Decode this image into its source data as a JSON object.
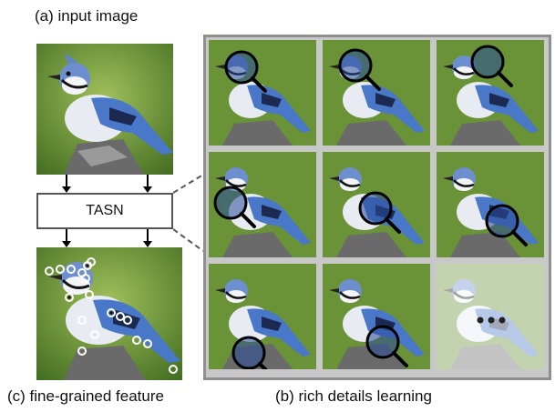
{
  "labels": {
    "input": "(a) input image",
    "details": "(b) rich details learning",
    "feature": "(c) fine-grained feature",
    "tasn": "TASN"
  },
  "colors": {
    "bird_blue": "#4a78c8",
    "bird_white": "#e8ecf2",
    "background_green": "#5f8a2c",
    "stump_gray": "#6a6a6a",
    "frame_gray": "#8f8f8f"
  },
  "grid": {
    "rows": 3,
    "cols": 3,
    "cells": [
      {
        "magnifier": "head",
        "faded": false
      },
      {
        "magnifier": "beak",
        "faded": false
      },
      {
        "magnifier": "crown",
        "faded": false
      },
      {
        "magnifier": "neck",
        "faded": false
      },
      {
        "magnifier": "wing",
        "faded": false
      },
      {
        "magnifier": "tail",
        "faded": false
      },
      {
        "magnifier": "stump",
        "faded": false
      },
      {
        "magnifier": "belly",
        "faded": false
      },
      {
        "magnifier": "none",
        "faded": true,
        "ellipsis": "..."
      }
    ]
  }
}
